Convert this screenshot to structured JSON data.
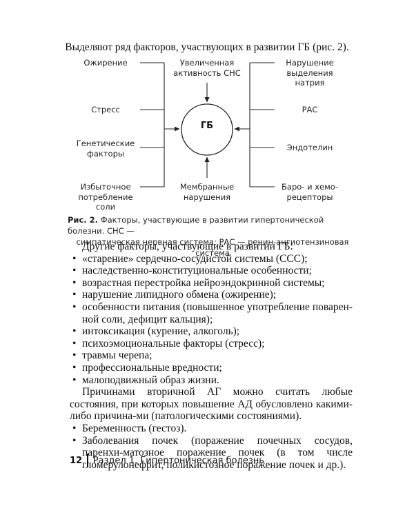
{
  "intro": "Выделяют ряд факторов, участвующих в развитии ГБ (рис. 2).",
  "diagram": {
    "center": "ГБ",
    "left": [
      [
        "Ожирение"
      ],
      [
        "Стресс"
      ],
      [
        "Генетические",
        "факторы"
      ],
      [
        "Избыточное",
        "потребление",
        "соли"
      ]
    ],
    "top": [
      "Увеличенная",
      "активность СНС"
    ],
    "bottom": [
      "Мембранные",
      "нарушения"
    ],
    "right": [
      [
        "Нарушение",
        "выделения",
        "натрия"
      ],
      [
        "РАС"
      ],
      [
        "Эндотелин"
      ],
      [
        "Баро- и хемо-",
        "рецепторы"
      ]
    ]
  },
  "caption": {
    "label": "Рис. 2.",
    "line1": " Факторы, участвующие в развитии гипертонической болезни. СНС —",
    "line2": "симпатическая нервная система; РАС — ренин-ангиотензиновая система"
  },
  "body": {
    "lead": "Другие факторы, участвующие в развитии ГБ:",
    "bullets": [
      "«старение» сердечно-сосудистой системы (ССС);",
      "наследственно-конституциональные особенности;",
      "возрастная перестройка нейроэндокринной системы;",
      "нарушение липидного обмена (ожирение);",
      "особенности питания (повышенное употребление поварен-ной соли, дефицит кальция);",
      "интоксикация (курение, алкоголь);",
      "психоэмоциональные факторы (стресс);",
      "травмы черепа;",
      "профессиональные вредности;",
      "малоподвижный образ жизни."
    ],
    "para2": "Причинами вторичной АГ можно считать любые состояния, при которых повышение АД обусловлено какими-либо причина-ми (патологическими состояниями).",
    "bullets2": [
      "Беременность (гестоз).",
      "Заболевания почек (поражение почечных сосудов, паренхи-матозное поражение почек (в том числе гломерулонефрит, поликистозное поражение почек и др.)."
    ]
  },
  "footer": {
    "page": "12",
    "title": "Раздел 1. Гипертоническая болезнь"
  }
}
